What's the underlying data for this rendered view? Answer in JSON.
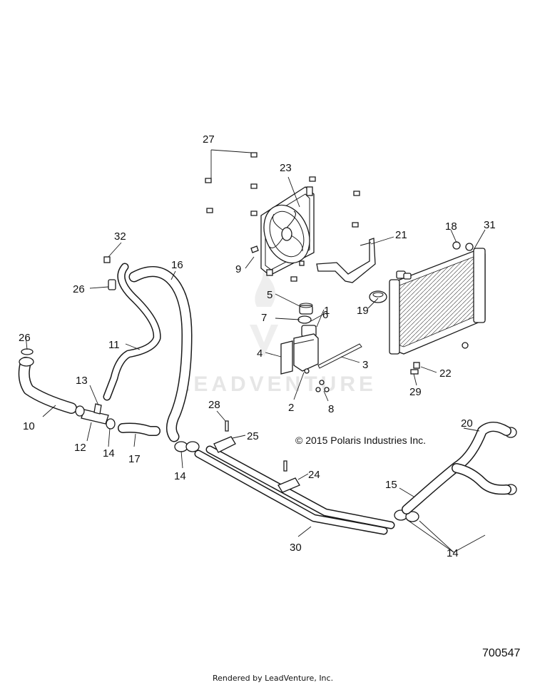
{
  "diagram": {
    "copyright": "© 2015 Polaris Industries Inc.",
    "diagram_number": "700547",
    "footer": "Rendered by LeadVenture, Inc.",
    "watermark": "LEADVENTURE",
    "callouts": [
      {
        "key": "c27",
        "label": "27"
      },
      {
        "key": "c23",
        "label": "23"
      },
      {
        "key": "c21",
        "label": "21"
      },
      {
        "key": "c18",
        "label": "18"
      },
      {
        "key": "c31",
        "label": "31"
      },
      {
        "key": "c32",
        "label": "32"
      },
      {
        "key": "c16",
        "label": "16"
      },
      {
        "key": "c9",
        "label": "9"
      },
      {
        "key": "c26a",
        "label": "26"
      },
      {
        "key": "c5",
        "label": "5"
      },
      {
        "key": "c7",
        "label": "7"
      },
      {
        "key": "c6",
        "label": "6"
      },
      {
        "key": "c19",
        "label": "19"
      },
      {
        "key": "c1",
        "label": "1"
      },
      {
        "key": "c11",
        "label": "11"
      },
      {
        "key": "c26b",
        "label": "26"
      },
      {
        "key": "c4",
        "label": "4"
      },
      {
        "key": "c3",
        "label": "3"
      },
      {
        "key": "c22",
        "label": "22"
      },
      {
        "key": "c13",
        "label": "13"
      },
      {
        "key": "c29",
        "label": "29"
      },
      {
        "key": "c2",
        "label": "2"
      },
      {
        "key": "c8",
        "label": "8"
      },
      {
        "key": "c28",
        "label": "28"
      },
      {
        "key": "c10",
        "label": "10"
      },
      {
        "key": "c20",
        "label": "20"
      },
      {
        "key": "c25",
        "label": "25"
      },
      {
        "key": "c12",
        "label": "12"
      },
      {
        "key": "c14a",
        "label": "14"
      },
      {
        "key": "c17",
        "label": "17"
      },
      {
        "key": "c14b",
        "label": "14"
      },
      {
        "key": "c24",
        "label": "24"
      },
      {
        "key": "c15",
        "label": "15"
      },
      {
        "key": "c30",
        "label": "30"
      },
      {
        "key": "c14c",
        "label": "14"
      }
    ]
  }
}
